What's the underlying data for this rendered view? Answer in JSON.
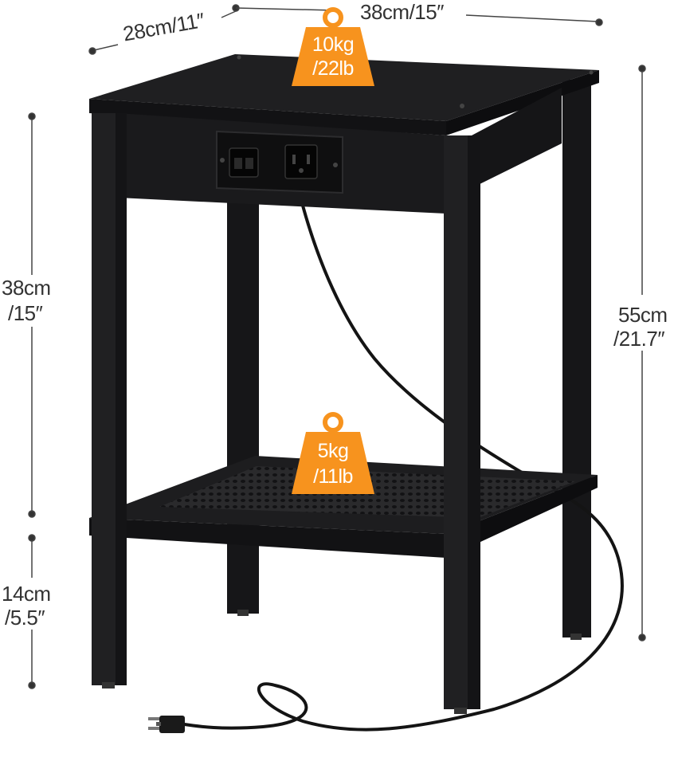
{
  "dimensions": {
    "depth": "28cm/11″",
    "width": "38cm/15″",
    "shelf_gap": {
      "line1": "38cm",
      "line2": "/15″"
    },
    "bottom_gap": {
      "line1": "14cm",
      "line2": "/5.5″"
    },
    "height": {
      "line1": "55cm",
      "line2": "/21.7″"
    }
  },
  "weights": {
    "top": {
      "line1": "10kg",
      "line2": "/22lb"
    },
    "bottom": {
      "line1": "5kg",
      "line2": "/11lb"
    }
  },
  "colors": {
    "accent": "#f7931e",
    "frame": "#1c1c1e",
    "dimension_line": "#444444"
  },
  "icons": [
    "weight-icon",
    "usb-port-icon",
    "power-outlet-icon",
    "power-plug-icon"
  ]
}
